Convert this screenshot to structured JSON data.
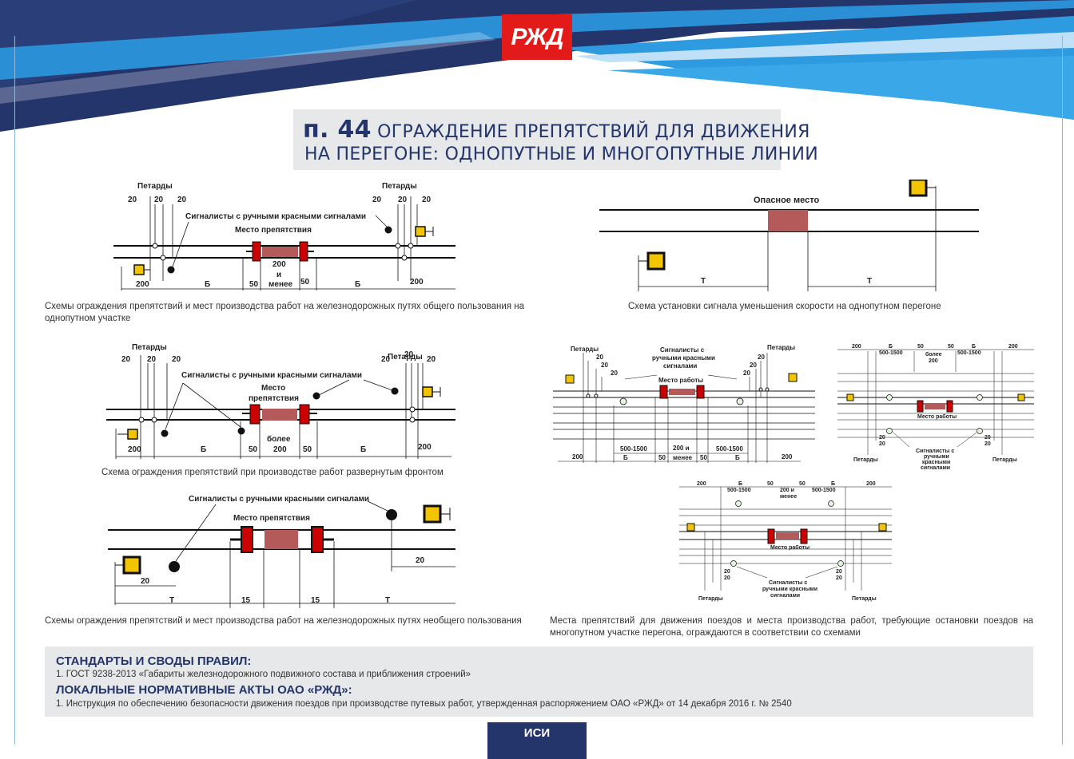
{
  "logo": {
    "text": "РЖД"
  },
  "title": {
    "num": "п. 44",
    "line1": "ОГРАЖДЕНИЕ ПРЕПЯТСТВИЙ ДЛЯ ДВИЖЕНИЯ",
    "line2": "НА ПЕРЕГОНЕ: ОДНОПУТНЫЕ И МНОГОПУТНЫЕ ЛИНИИ"
  },
  "colors": {
    "navy": "#24356b",
    "blue": "#2b8fd6",
    "red": "#e21a1a",
    "obstacle": "#b55a5a",
    "signal": "#f2c500"
  },
  "d1": {
    "petardy_l": "Петарды",
    "petardy_r": "Петарды",
    "twenty": "20",
    "signalists": "Сигналисты с ручными красными сигналами",
    "place": "Место препятствия",
    "mid": "200",
    "mid2": "и",
    "mid3": "менее",
    "d200": "200",
    "b": "Б",
    "d50": "50"
  },
  "d2": {
    "petardy_l": "Петарды",
    "petardy_r": "Петарды",
    "twenty": "20",
    "signalists": "Сигналисты с ручными красными сигналами",
    "place1": "Место",
    "place2": "препятствия",
    "more": "более",
    "d200": "200",
    "b": "Б",
    "d50": "50"
  },
  "d3": {
    "signalists": "Сигналисты с ручными красными сигналами",
    "place": "Место препятствия",
    "twenty": "20",
    "t": "Т",
    "d15": "15"
  },
  "d4": {
    "danger": "Опасное место",
    "t": "Т"
  },
  "d5": {
    "petardy": "Петарды",
    "signalists1": "Сигналисты с",
    "signalists2": "ручными красными",
    "signalists3": "сигналами",
    "work": "Место работы",
    "r": "500-1500",
    "b": "Б",
    "d50": "50",
    "d200": "200",
    "twenty": "20",
    "d200i": "200 и",
    "menee": "менее"
  },
  "d6": {
    "d200": "200",
    "b": "Б",
    "r": "500-1500",
    "d50": "50",
    "bolee": "более",
    "work": "Место работы",
    "petardy": "Петарды",
    "sig1": "Сигналисты с",
    "sig2": "ручными",
    "sig3": "красными",
    "sig4": "сигналами",
    "twenty": "20"
  },
  "d7": {
    "d200": "200",
    "b": "Б",
    "r": "500-1500",
    "d50": "50",
    "d200i": "200 и",
    "menee": "менее",
    "work": "Место работы",
    "sig1": "Сигналисты с",
    "sig2": "ручными красными",
    "sig3": "сигналами",
    "petardy": "Петарды",
    "twenty": "20"
  },
  "captions": {
    "c1": "Схемы ограждения препятствий и мест производства работ на железнодорожных путях общего пользования на однопутном участке",
    "c2": "Схема установки сигнала уменьшения скорости на однопутном перегоне",
    "c3": "Схема ограждения препятствий при производстве работ развернутым фронтом",
    "c4": "Схемы ограждения препятствий и мест производства работ на железнодорожных путях необщего пользования",
    "c5": "Места препятствий для движения поездов и места производства работ, требующие остановки поездов на многопутном участке перегона, ограждаются в соответствии со схемами"
  },
  "standards": {
    "h1": "СТАНДАРТЫ И СВОДЫ ПРАВИЛ:",
    "t1": "1. ГОСТ 9238-2013 «Габариты железнодорожного подвижного состава и приближения строений»",
    "h2": "ЛОКАЛЬНЫЕ НОРМАТИВНЫЕ АКТЫ ОАО «РЖД»:",
    "t2": "1. Инструкция по обеспечению безопасности движения поездов при производстве путевых работ, утвержденная распоряжением ОАО «РЖД» от 14 декабря 2016 г. № 2540"
  },
  "footer": {
    "label": "ИСИ"
  }
}
